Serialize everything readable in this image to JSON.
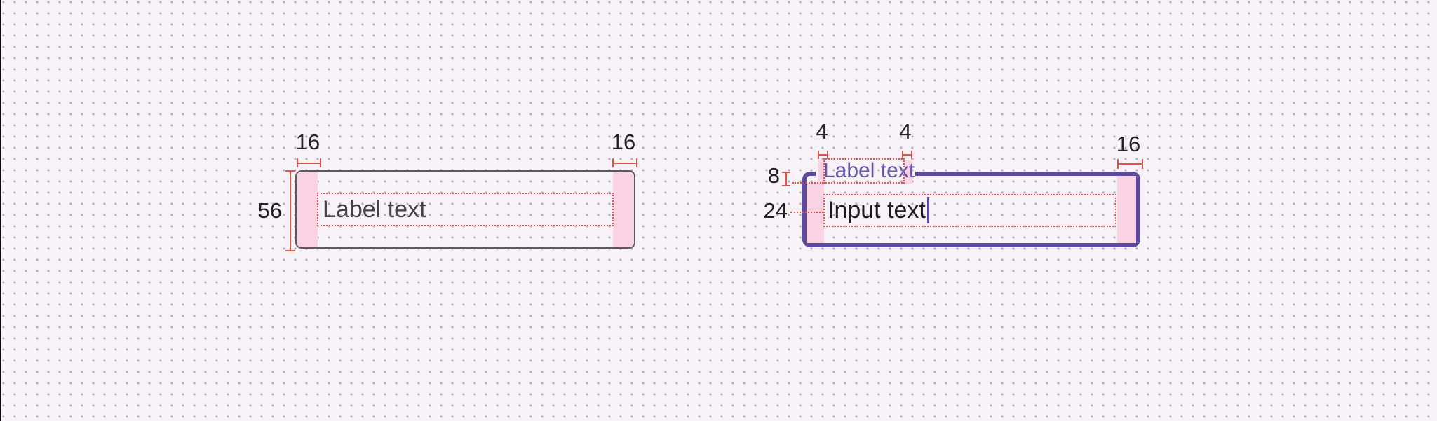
{
  "palette": {
    "background": "#F7F1F8",
    "grid_dot": "#7C7080",
    "measure_red": "#E0544A",
    "overlay_pink": "#F9D2E4",
    "focus_purple": "#5B4A9F",
    "floating_label_purple": "#6357A7",
    "outline_gray": "#5D5760",
    "text_primary": "#1D1C21",
    "hint_gray": "#44414A"
  },
  "default_field_spec": {
    "label": "Label text",
    "dims": {
      "pad_left": "16",
      "pad_right": "16",
      "height": "56"
    }
  },
  "focused_field_spec": {
    "label": "Label text",
    "value": "Input text",
    "dims": {
      "label_pad_left": "4",
      "label_pad_right": "4",
      "pad_right": "16",
      "label_gap_top": "8",
      "input_row_height": "24"
    }
  }
}
